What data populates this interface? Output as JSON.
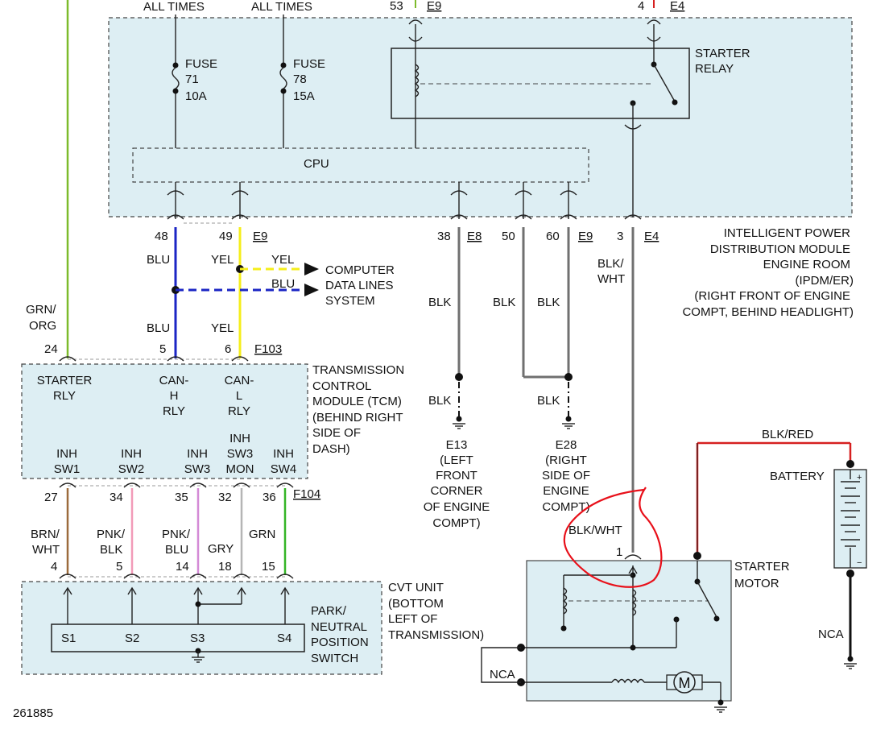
{
  "diagram_number": "261885",
  "ipdm": {
    "label_lines": [
      "INTELLIGENT POWER",
      "DISTRIBUTION MODULE",
      "ENGINE ROOM",
      "(IPDM/ER)",
      "(RIGHT FRONT OF ENGINE",
      "COMPT, BEHIND HEADLIGHT)"
    ],
    "power_label": "ALL TIMES",
    "fuse_word": "FUSE",
    "fuse1_num": "71",
    "fuse1_amp": "10A",
    "fuse2_num": "78",
    "fuse2_amp": "15A",
    "cpu_label": "CPU",
    "relay_lines": [
      "STARTER",
      "RELAY"
    ]
  },
  "connectors": {
    "e9": "E9",
    "e4": "E4",
    "e8": "E8",
    "f103": "F103",
    "f104": "F104"
  },
  "pins": {
    "top53": "53",
    "top4": "4",
    "p48": "48",
    "p49": "49",
    "p38": "38",
    "p50": "50",
    "p60": "60",
    "p3": "3",
    "p24": "24",
    "p5": "5",
    "p6": "6",
    "p27": "27",
    "p34": "34",
    "p35": "35",
    "p32": "32",
    "p36": "36",
    "c4": "4",
    "c5": "5",
    "c14": "14",
    "c18": "18",
    "c15": "15",
    "m1": "1"
  },
  "wires": {
    "blu": "BLU",
    "yel": "YEL",
    "blk": "BLK",
    "blk_wht_lines": [
      "BLK/",
      "WHT"
    ],
    "blk_wht": "BLK/WHT",
    "blk_red": "BLK/RED",
    "grn_org_lines": [
      "GRN/",
      "ORG"
    ],
    "brn_wht_lines": [
      "BRN/",
      "WHT"
    ],
    "pnk_blk_lines": [
      "PNK/",
      "BLK"
    ],
    "pnk_blu_lines": [
      "PNK/",
      "BLU"
    ],
    "gry": "GRY",
    "grn": "GRN",
    "nca": "NCA"
  },
  "computer_data_lines": [
    "COMPUTER",
    "DATA LINES",
    "SYSTEM"
  ],
  "tcm": {
    "label_lines": [
      "TRANSMISSION",
      "CONTROL",
      "MODULE (TCM)",
      "(BEHIND RIGHT",
      "SIDE OF",
      "DASH)"
    ],
    "starter_rly_lines": [
      "STARTER",
      "RLY"
    ],
    "can_h_lines": [
      "CAN-",
      "H",
      "RLY"
    ],
    "can_l_lines": [
      "CAN-",
      "L",
      "RLY"
    ],
    "inh_sw1_lines": [
      "INH",
      "SW1"
    ],
    "inh_sw2_lines": [
      "INH",
      "SW2"
    ],
    "inh_sw3_lines": [
      "INH",
      "SW3"
    ],
    "inh_sw3mon_lines": [
      "INH",
      "SW3",
      "MON"
    ],
    "inh_sw4_lines": [
      "INH",
      "SW4"
    ]
  },
  "grounds": {
    "e13_lines": [
      "E13",
      "(LEFT",
      "FRONT",
      "CORNER",
      "OF ENGINE",
      "COMPT)"
    ],
    "e28_lines": [
      "E28",
      "(RIGHT",
      "SIDE OF",
      "ENGINE",
      "COMPT)"
    ]
  },
  "battery_label": "BATTERY",
  "starter_motor_lines": [
    "STARTER",
    "MOTOR"
  ],
  "motor_symbol": "M",
  "cvt": {
    "label_lines": [
      "CVT UNIT",
      "(BOTTOM",
      "LEFT OF",
      "TRANSMISSION)"
    ],
    "switch_lines": [
      "PARK/",
      "NEUTRAL",
      "POSITION",
      "SWITCH"
    ],
    "s1": "S1",
    "s2": "S2",
    "s3": "S3",
    "s4": "S4"
  },
  "colors": {
    "blue_wire": "#1b25c4",
    "yellow_wire": "#f5ee1a",
    "green_wire": "#7dbb2c",
    "brown_wire": "#9c6b3c",
    "pink_wire": "#f29ab8",
    "pink_blue_wire": "#d48ad6",
    "gray_wire": "#b5b5b5",
    "bright_green_wire": "#34b526",
    "red_wire": "#d62020",
    "gray_blk_wire": "#707070",
    "box_fill": "#ddeef3",
    "annotation": "#e8101a"
  }
}
